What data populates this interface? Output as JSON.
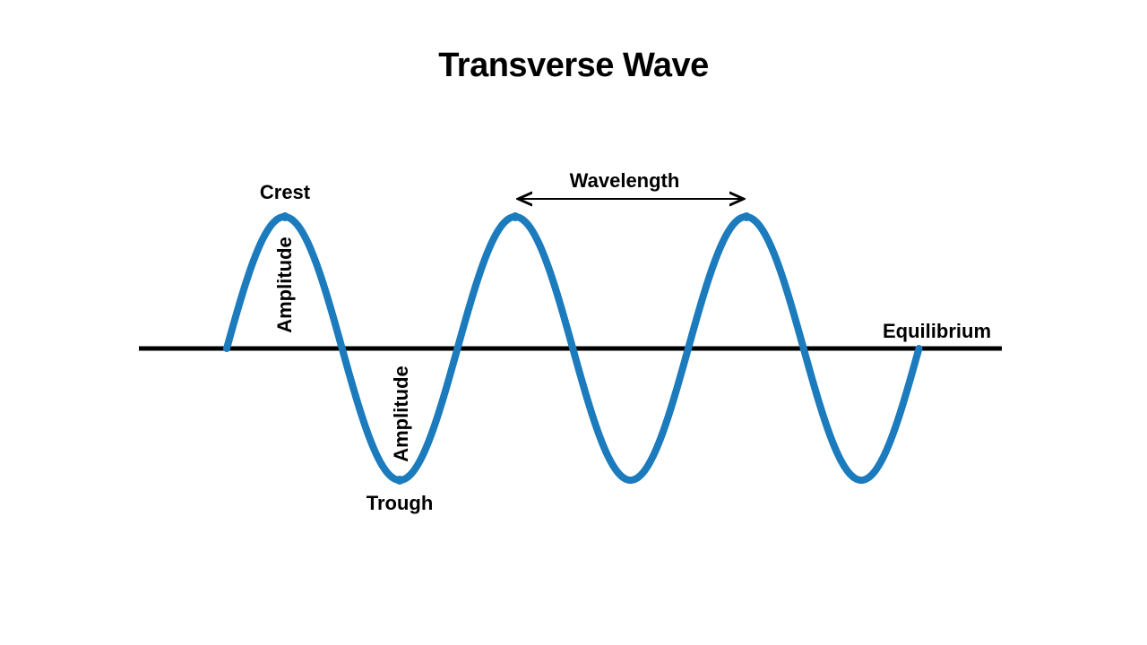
{
  "title": "Transverse Wave",
  "labels": {
    "crest": "Crest",
    "trough": "Trough",
    "amplitude_upper": "Amplitude",
    "amplitude_lower": "Amplitude",
    "wavelength": "Wavelength",
    "equilibrium": "Equilibrium"
  },
  "colors": {
    "wave": "#1b7bbd",
    "axis": "#000000",
    "text": "#000000"
  },
  "wave": {
    "cycles": 3,
    "starts_at": "equilibrium",
    "ends_at": "equilibrium"
  }
}
